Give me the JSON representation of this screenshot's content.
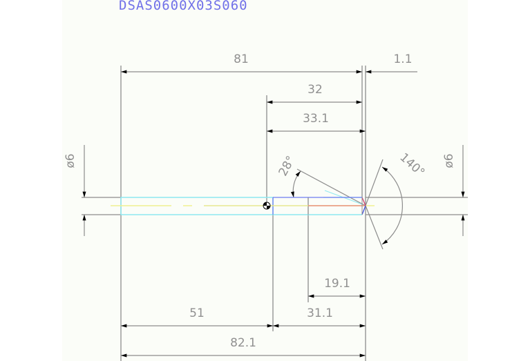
{
  "drawing": {
    "title": "DSAS0600X03S060",
    "colors": {
      "title": "#7070e8",
      "dimension": "#8c8c8c",
      "shank_outline": "#8ee8f0",
      "flute_outline": "#6c7cf0",
      "axis": "#f0f090",
      "cutting_edge": "#e89070",
      "tip_edge": "#d04070"
    },
    "dimensions": {
      "overall_to_shoulder": "81",
      "tip_gap": "1.1",
      "flute_length": "32",
      "flute_length_total": "33.1",
      "diameter_left": "ø6",
      "diameter_right": "ø6",
      "helix_angle": "28°",
      "point_angle": "140°",
      "step_length": "19.1",
      "shank_length": "51",
      "cutting_length": "31.1",
      "overall_length": "82.1"
    }
  }
}
